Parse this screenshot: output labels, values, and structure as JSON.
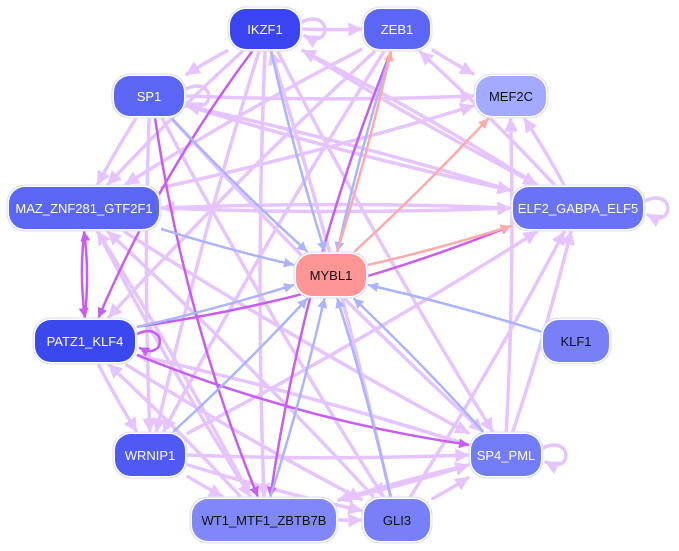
{
  "graph": {
    "type": "directed-network",
    "colors": {
      "edge_regulation": "#e6c4ff",
      "edge_regulation_strong": "#c85cf5",
      "edge_target_blue": "#aab4ff",
      "edge_target_red": "#ffaaaa",
      "node_dark": "#3a44f0",
      "node_mid": "#5b66f5",
      "node_light": "#7880f8",
      "node_pale": "#a4aaff",
      "node_center": "#ff9696"
    },
    "nodes": [
      {
        "id": "IKZF1",
        "label": "IKZF1",
        "color": "#3a44f0",
        "text": "light"
      },
      {
        "id": "ZEB1",
        "label": "ZEB1",
        "color": "#5b66f5",
        "text": "light"
      },
      {
        "id": "SP1",
        "label": "SP1",
        "color": "#5b66f5",
        "text": "light"
      },
      {
        "id": "MEF2C",
        "label": "MEF2C",
        "color": "#a4aaff",
        "text": "dark"
      },
      {
        "id": "MAZ_ZNF281_GTF2F1",
        "label": "MAZ_ZNF281_GTF2F1",
        "color": "#5b66f5",
        "text": "light"
      },
      {
        "id": "ELF2_GABPA_ELF5",
        "label": "ELF2_GABPA_ELF5",
        "color": "#6a72f6",
        "text": "light"
      },
      {
        "id": "MYBL1",
        "label": "MYBL1",
        "color": "#ff9696",
        "text": "dark"
      },
      {
        "id": "PATZ1_KLF4",
        "label": "PATZ1_KLF4",
        "color": "#3a48ee",
        "text": "light"
      },
      {
        "id": "KLF1",
        "label": "KLF1",
        "color": "#7880f8",
        "text": "dark"
      },
      {
        "id": "WRNIP1",
        "label": "WRNIP1",
        "color": "#4e5af3",
        "text": "light"
      },
      {
        "id": "SP4_PML",
        "label": "SP4_PML",
        "color": "#737cf7",
        "text": "light"
      },
      {
        "id": "WT1_MTF1_ZBTB7B",
        "label": "WT1_MTF1_ZBTB7B",
        "color": "#8088f9",
        "text": "dark"
      },
      {
        "id": "GLI3",
        "label": "GLI3",
        "color": "#7880f8",
        "text": "dark"
      }
    ],
    "edges": [
      {
        "from": "IKZF1",
        "to": "IKZF1",
        "kind": "regulation"
      },
      {
        "from": "IKZF1",
        "to": "ZEB1",
        "kind": "regulation"
      },
      {
        "from": "IKZF1",
        "to": "SP1",
        "kind": "regulation"
      },
      {
        "from": "IKZF1",
        "to": "MYBL1",
        "kind": "target_blue"
      },
      {
        "from": "IKZF1",
        "to": "MAZ_ZNF281_GTF2F1",
        "kind": "regulation"
      },
      {
        "from": "IKZF1",
        "to": "PATZ1_KLF4",
        "kind": "regulation_strong"
      },
      {
        "from": "IKZF1",
        "to": "WRNIP1",
        "kind": "regulation"
      },
      {
        "from": "IKZF1",
        "to": "WT1_MTF1_ZBTB7B",
        "kind": "regulation"
      },
      {
        "from": "IKZF1",
        "to": "ELF2_GABPA_ELF5",
        "kind": "regulation"
      },
      {
        "from": "IKZF1",
        "to": "SP4_PML",
        "kind": "regulation"
      },
      {
        "from": "ZEB1",
        "to": "MYBL1",
        "kind": "target_blue"
      },
      {
        "from": "MYBL1",
        "to": "ZEB1",
        "kind": "target_red"
      },
      {
        "from": "ZEB1",
        "to": "MEF2C",
        "kind": "regulation"
      },
      {
        "from": "ZEB1",
        "to": "WT1_MTF1_ZBTB7B",
        "kind": "regulation_strong"
      },
      {
        "from": "ZEB1",
        "to": "PATZ1_KLF4",
        "kind": "regulation"
      },
      {
        "from": "ZEB1",
        "to": "WRNIP1",
        "kind": "regulation"
      },
      {
        "from": "ZEB1",
        "to": "MAZ_ZNF281_GTF2F1",
        "kind": "regulation"
      },
      {
        "from": "ELF2_GABPA_ELF5",
        "to": "ZEB1",
        "kind": "regulation"
      },
      {
        "from": "SP1",
        "to": "SP1",
        "kind": "regulation"
      },
      {
        "from": "SP1",
        "to": "MEF2C",
        "kind": "regulation"
      },
      {
        "from": "SP1",
        "to": "MYBL1",
        "kind": "target_blue"
      },
      {
        "from": "SP1",
        "to": "MAZ_ZNF281_GTF2F1",
        "kind": "regulation"
      },
      {
        "from": "SP1",
        "to": "ELF2_GABPA_ELF5",
        "kind": "regulation"
      },
      {
        "from": "SP1",
        "to": "WRNIP1",
        "kind": "regulation"
      },
      {
        "from": "SP1",
        "to": "WT1_MTF1_ZBTB7B",
        "kind": "regulation_strong"
      },
      {
        "from": "SP1",
        "to": "SP4_PML",
        "kind": "regulation"
      },
      {
        "from": "SP1",
        "to": "GLI3",
        "kind": "regulation"
      },
      {
        "from": "MYBL1",
        "to": "MEF2C",
        "kind": "target_red"
      },
      {
        "from": "MYBL1",
        "to": "ELF2_GABPA_ELF5",
        "kind": "target_red"
      },
      {
        "from": "SP4_PML",
        "to": "MEF2C",
        "kind": "regulation"
      },
      {
        "from": "ELF2_GABPA_ELF5",
        "to": "MEF2C",
        "kind": "regulation"
      },
      {
        "from": "MAZ_ZNF281_GTF2F1",
        "to": "MEF2C",
        "kind": "regulation"
      },
      {
        "from": "MAZ_ZNF281_GTF2F1",
        "to": "MYBL1",
        "kind": "target_blue"
      },
      {
        "from": "MAZ_ZNF281_GTF2F1",
        "to": "ELF2_GABPA_ELF5",
        "kind": "regulation"
      },
      {
        "from": "MAZ_ZNF281_GTF2F1",
        "to": "PATZ1_KLF4",
        "kind": "regulation_strong"
      },
      {
        "from": "MAZ_ZNF281_GTF2F1",
        "to": "SP4_PML",
        "kind": "regulation"
      },
      {
        "from": "MAZ_ZNF281_GTF2F1",
        "to": "WT1_MTF1_ZBTB7B",
        "kind": "regulation"
      },
      {
        "from": "ELF2_GABPA_ELF5",
        "to": "ELF2_GABPA_ELF5",
        "kind": "regulation"
      },
      {
        "from": "ELF2_GABPA_ELF5",
        "to": "MAZ_ZNF281_GTF2F1",
        "kind": "regulation"
      },
      {
        "from": "ELF2_GABPA_ELF5",
        "to": "SP1",
        "kind": "regulation"
      },
      {
        "from": "ELF2_GABPA_ELF5",
        "to": "IKZF1",
        "kind": "regulation"
      },
      {
        "from": "PATZ1_KLF4",
        "to": "PATZ1_KLF4",
        "kind": "regulation_strong"
      },
      {
        "from": "PATZ1_KLF4",
        "to": "MYBL1",
        "kind": "target_blue"
      },
      {
        "from": "PATZ1_KLF4",
        "to": "ELF2_GABPA_ELF5",
        "kind": "regulation_strong"
      },
      {
        "from": "PATZ1_KLF4",
        "to": "SP4_PML",
        "kind": "regulation_strong"
      },
      {
        "from": "PATZ1_KLF4",
        "to": "WRNIP1",
        "kind": "regulation"
      },
      {
        "from": "PATZ1_KLF4",
        "to": "GLI3",
        "kind": "regulation"
      },
      {
        "from": "PATZ1_KLF4",
        "to": "MAZ_ZNF281_GTF2F1",
        "kind": "regulation_strong"
      },
      {
        "from": "KLF1",
        "to": "MYBL1",
        "kind": "target_blue"
      },
      {
        "from": "WRNIP1",
        "to": "MYBL1",
        "kind": "target_blue"
      },
      {
        "from": "WRNIP1",
        "to": "SP4_PML",
        "kind": "regulation"
      },
      {
        "from": "WRNIP1",
        "to": "GLI3",
        "kind": "regulation"
      },
      {
        "from": "WRNIP1",
        "to": "WT1_MTF1_ZBTB7B",
        "kind": "regulation"
      },
      {
        "from": "WRNIP1",
        "to": "ELF2_GABPA_ELF5",
        "kind": "regulation"
      },
      {
        "from": "SP4_PML",
        "to": "SP4_PML",
        "kind": "regulation"
      },
      {
        "from": "SP4_PML",
        "to": "MYBL1",
        "kind": "target_blue"
      },
      {
        "from": "SP4_PML",
        "to": "ELF2_GABPA_ELF5",
        "kind": "regulation"
      },
      {
        "from": "SP4_PML",
        "to": "WT1_MTF1_ZBTB7B",
        "kind": "regulation"
      },
      {
        "from": "SP4_PML",
        "to": "PATZ1_KLF4",
        "kind": "regulation"
      },
      {
        "from": "WT1_MTF1_ZBTB7B",
        "to": "MYBL1",
        "kind": "target_blue"
      },
      {
        "from": "WT1_MTF1_ZBTB7B",
        "to": "GLI3",
        "kind": "regulation"
      },
      {
        "from": "WT1_MTF1_ZBTB7B",
        "to": "SP4_PML",
        "kind": "regulation"
      },
      {
        "from": "WT1_MTF1_ZBTB7B",
        "to": "PATZ1_KLF4",
        "kind": "regulation"
      },
      {
        "from": "WT1_MTF1_ZBTB7B",
        "to": "MAZ_ZNF281_GTF2F1",
        "kind": "regulation"
      },
      {
        "from": "GLI3",
        "to": "MYBL1",
        "kind": "target_blue"
      },
      {
        "from": "GLI3",
        "to": "SP4_PML",
        "kind": "regulation"
      },
      {
        "from": "GLI3",
        "to": "ELF2_GABPA_ELF5",
        "kind": "regulation"
      },
      {
        "from": "GLI3",
        "to": "MAZ_ZNF281_GTF2F1",
        "kind": "regulation"
      },
      {
        "from": "GLI3",
        "to": "IKZF1",
        "kind": "regulation"
      }
    ]
  }
}
